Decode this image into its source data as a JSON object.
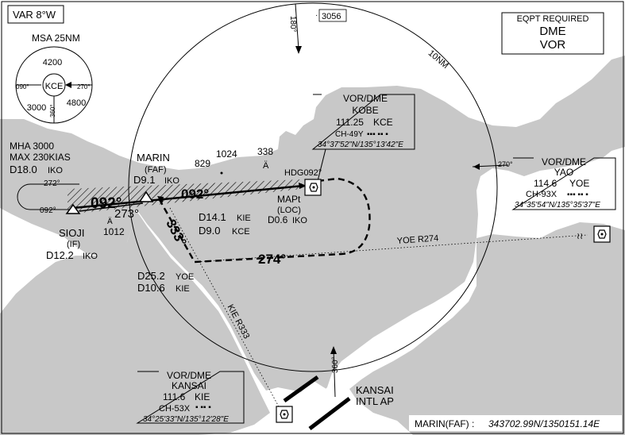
{
  "header": {
    "variation": "VAR 8°W",
    "equipment_required_title": "EQPT REQUIRED",
    "equipment_items": [
      "DME",
      "VOR"
    ]
  },
  "msa": {
    "title": "MSA 25NM",
    "center": "KCE",
    "sectors": [
      "4200",
      "3000",
      "4800"
    ],
    "bearings": [
      "090°",
      "270°",
      "360°"
    ]
  },
  "circle_label": "10NM",
  "inbound_radial_top": "180°",
  "obstacle_top": "3056",
  "elevations": [
    "829",
    "1024",
    "338"
  ],
  "holding": {
    "mha": "MHA 3000",
    "max_speed": "MAX 230KIAS",
    "distance": "D18.0",
    "distance_ref": "IKO",
    "inbound": "272°",
    "outbound": "092°"
  },
  "fixes": {
    "marin": {
      "name": "MARIN",
      "type": "(FAF)",
      "distance": "D9.1",
      "ref": "IKO"
    },
    "sioji": {
      "name": "SIOJI",
      "type": "(IF)",
      "distance": "D12.2",
      "ref": "IKO"
    },
    "sioji_elev": "1012",
    "mapt": {
      "name": "MAPt",
      "type": "(LOC)",
      "distance": "D0.6",
      "ref": "IKO"
    },
    "d14": {
      "distance": "D14.1",
      "ref": "KIE"
    },
    "d9": {
      "distance": "D9.0",
      "ref": "KCE"
    },
    "d25": {
      "distance": "D25.2",
      "ref": "YOE"
    },
    "d10": {
      "distance": "D10.6",
      "ref": "KIE"
    }
  },
  "courses": {
    "approach": "092°",
    "arrival": "092°",
    "reverse": "273°",
    "turn_333": "333°",
    "missed_hdg": "HDG092°",
    "downwind": "274°"
  },
  "radials": {
    "yoe": "YOE R274",
    "kie": "KIE R333",
    "yao_bearing": "270°",
    "kansai_bearing": "360°"
  },
  "navaids": {
    "kobe": {
      "type": "VOR/DME",
      "name": "KOBE",
      "freq": "111.25",
      "ident": "KCE",
      "channel": "CH-49Y",
      "coords": "34°37'52\"N/135°13'42\"E"
    },
    "yao": {
      "type": "VOR/DME",
      "name": "YAO",
      "freq": "114.6",
      "ident": "YOE",
      "channel": "CH-93X",
      "coords": "34°35'54\"N/135°35'37\"E"
    },
    "kansai": {
      "type": "VOR/DME",
      "name": "KANSAI",
      "freq": "111.6",
      "ident": "KIE",
      "channel": "CH-53X",
      "coords": "34°25'33\"N/135°12'28\"E"
    }
  },
  "airport": {
    "line1": "KANSAI",
    "line2": "INTL AP"
  },
  "footer": {
    "label": "MARIN(FAF) :",
    "coords": "343702.99N/1350151.14E"
  },
  "colors": {
    "land": "#c8c8c8",
    "water": "#ffffff",
    "ink": "#000000"
  }
}
